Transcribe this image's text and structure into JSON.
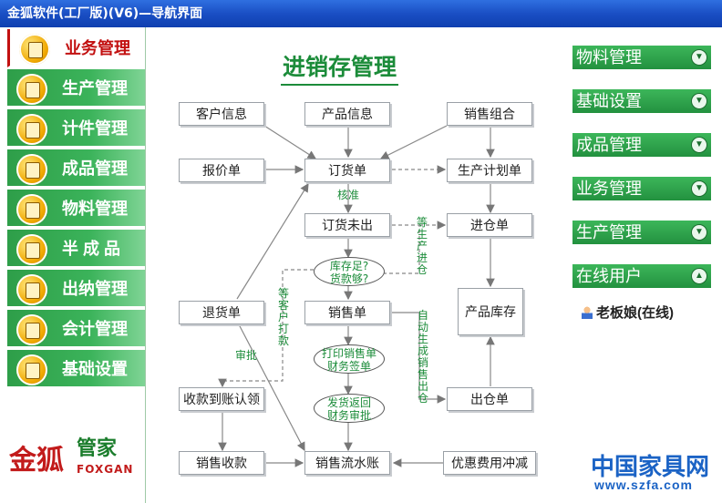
{
  "window": {
    "title": "金狐软件(工厂版)(V6)—导航界面"
  },
  "sidebar": {
    "items": [
      {
        "label": "业务管理",
        "active": true
      },
      {
        "label": "生产管理"
      },
      {
        "label": "计件管理"
      },
      {
        "label": "成品管理"
      },
      {
        "label": "物料管理"
      },
      {
        "label": "半 成 品"
      },
      {
        "label": "出纳管理"
      },
      {
        "label": "会计管理"
      },
      {
        "label": "基础设置"
      }
    ]
  },
  "logo": {
    "brand": "金狐",
    "sub": "管家",
    "en": "FOXGAN"
  },
  "main": {
    "title": "进销存管理",
    "boxes": {
      "customer_info": "客户信息",
      "product_info": "产品信息",
      "sales_combo": "销售组合",
      "quote": "报价单",
      "order": "订货单",
      "production_plan": "生产计划单",
      "order_pending": "订货未出",
      "stock_in": "进仓单",
      "return_order": "退货单",
      "sales_order": "销售单",
      "product_inventory": "产品库存",
      "payment_confirm": "收款到账认领",
      "stock_out": "出仓单",
      "sales_receipt": "销售收款",
      "sales_ledger": "销售流水账",
      "discount_offset": "优惠费用冲减"
    },
    "ellipses": {
      "stock_check": "库存足?\n货款够?",
      "print_sales": "打印销售单\n财务签单",
      "ship_back": "发货返回\n财务审批"
    },
    "labels": {
      "approve": "核准",
      "wait_production": "等生产进仓",
      "wait_payment": "等客户打款",
      "audit": "审批",
      "auto_generate": "自动生成销售出仓"
    }
  },
  "right_panel": {
    "items": [
      "物料管理",
      "基础设置",
      "成品管理",
      "业务管理",
      "生产管理",
      "在线用户"
    ],
    "online_user": "老板娘(在线)"
  },
  "watermark": {
    "text": "中国家具网",
    "url": "www.szfa.com"
  }
}
